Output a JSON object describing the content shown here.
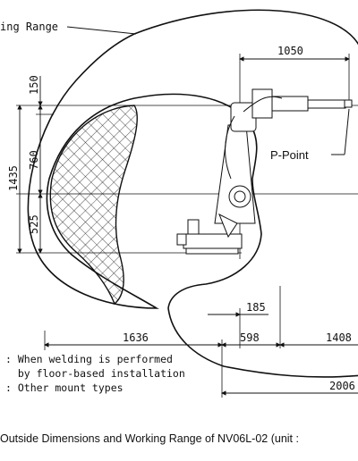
{
  "labels": {
    "working_range": "ing Range",
    "p_point": "P-Point"
  },
  "dimensions": {
    "reach_top": "1050",
    "h150": "150",
    "h760": "760",
    "h1435": "1435",
    "h525": "525",
    "r185": "185",
    "d1636": "1636",
    "d598": "598",
    "d1408": "1408",
    "d2006": "2006"
  },
  "legend": {
    "line1": ": When welding is performed",
    "line2": "  by floor-based installation",
    "line3": ": Other mount types"
  },
  "caption": "Outside Dimensions and Working Range of NV06L-02 (unit :"
}
